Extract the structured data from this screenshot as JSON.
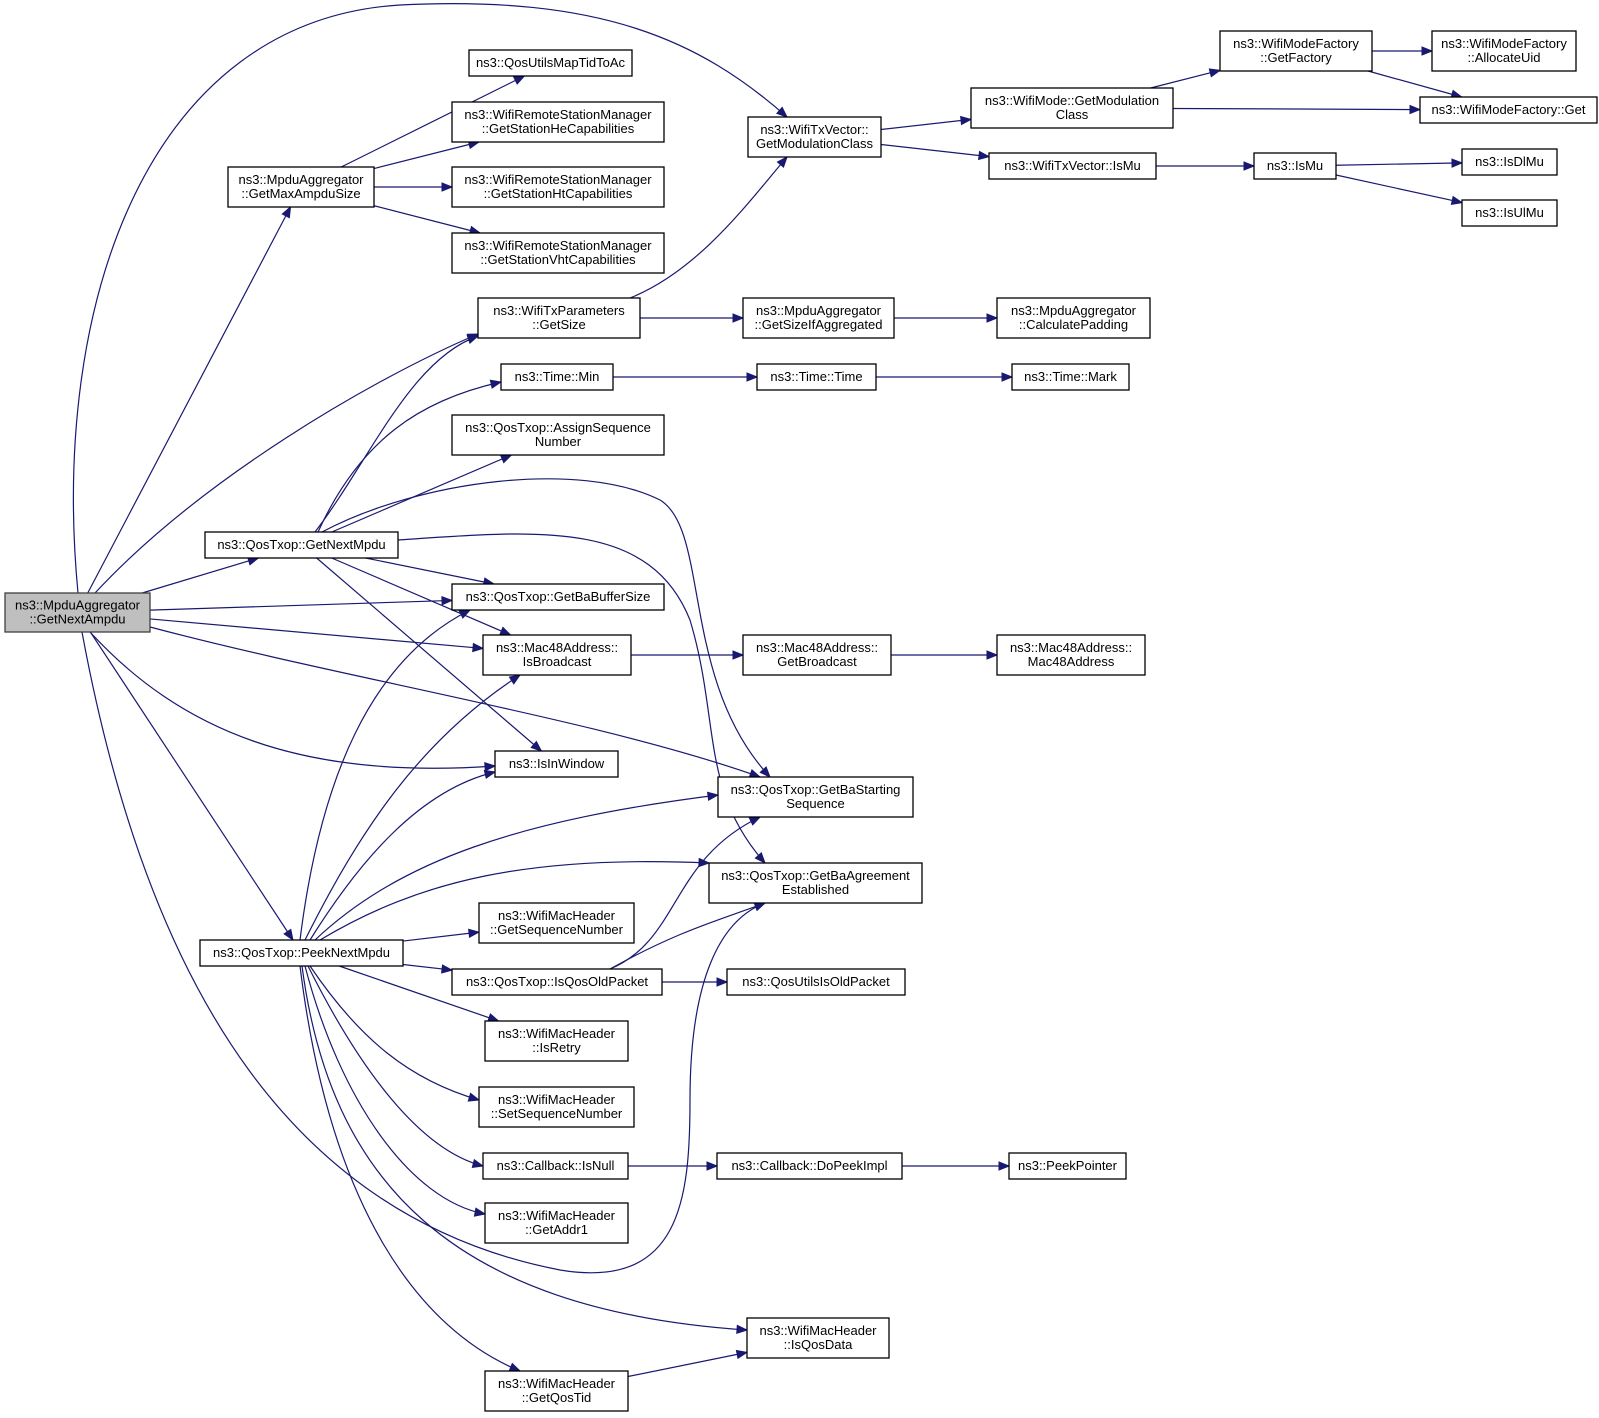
{
  "title": "ns3::MpduAggregator::GetNextAmpdu call graph",
  "colors": {
    "edge": "#191970",
    "root_fill": "#bfbfbf",
    "node_fill": "#ffffff",
    "border": "#000000"
  },
  "nodes": [
    {
      "id": "root",
      "lines": [
        "ns3::MpduAggregator",
        "::GetNextAmpdu"
      ],
      "root": true
    },
    {
      "id": "getMaxAmpduSize",
      "lines": [
        "ns3::MpduAggregator",
        "::GetMaxAmpduSize"
      ]
    },
    {
      "id": "qosUtilsMapTidToAc",
      "lines": [
        "ns3::QosUtilsMapTidToAc"
      ]
    },
    {
      "id": "getStationHe",
      "lines": [
        "ns3::WifiRemoteStationManager",
        "::GetStationHeCapabilities"
      ]
    },
    {
      "id": "getStationHt",
      "lines": [
        "ns3::WifiRemoteStationManager",
        "::GetStationHtCapabilities"
      ]
    },
    {
      "id": "getStationVht",
      "lines": [
        "ns3::WifiRemoteStationManager",
        "::GetStationVhtCapabilities"
      ]
    },
    {
      "id": "txParamsGetSize",
      "lines": [
        "ns3::WifiTxParameters",
        "::GetSize"
      ]
    },
    {
      "id": "txVectorGetModClass",
      "lines": [
        "ns3::WifiTxVector::",
        "GetModulationClass"
      ]
    },
    {
      "id": "wifiModeGetModClass",
      "lines": [
        "ns3::WifiMode::GetModulation",
        "Class"
      ]
    },
    {
      "id": "getFactory",
      "lines": [
        "ns3::WifiModeFactory",
        "::GetFactory"
      ]
    },
    {
      "id": "allocateUid",
      "lines": [
        "ns3::WifiModeFactory",
        "::AllocateUid"
      ]
    },
    {
      "id": "factoryGet",
      "lines": [
        "ns3::WifiModeFactory::Get"
      ]
    },
    {
      "id": "txVectorIsMu",
      "lines": [
        "ns3::WifiTxVector::IsMu"
      ]
    },
    {
      "id": "isMu",
      "lines": [
        "ns3::IsMu"
      ]
    },
    {
      "id": "isDlMu",
      "lines": [
        "ns3::IsDlMu"
      ]
    },
    {
      "id": "isUlMu",
      "lines": [
        "ns3::IsUlMu"
      ]
    },
    {
      "id": "getSizeIfAggregated",
      "lines": [
        "ns3::MpduAggregator",
        "::GetSizeIfAggregated"
      ]
    },
    {
      "id": "calculatePadding",
      "lines": [
        "ns3::MpduAggregator",
        "::CalculatePadding"
      ]
    },
    {
      "id": "timeMin",
      "lines": [
        "ns3::Time::Min"
      ]
    },
    {
      "id": "timeTime",
      "lines": [
        "ns3::Time::Time"
      ]
    },
    {
      "id": "timeMark",
      "lines": [
        "ns3::Time::Mark"
      ]
    },
    {
      "id": "assignSeqNum",
      "lines": [
        "ns3::QosTxop::AssignSequence",
        "Number"
      ]
    },
    {
      "id": "getNextMpdu",
      "lines": [
        "ns3::QosTxop::GetNextMpdu"
      ]
    },
    {
      "id": "getBaBufferSize",
      "lines": [
        "ns3::QosTxop::GetBaBufferSize"
      ]
    },
    {
      "id": "isBroadcast",
      "lines": [
        "ns3::Mac48Address::",
        "IsBroadcast"
      ]
    },
    {
      "id": "getBroadcast",
      "lines": [
        "ns3::Mac48Address::",
        "GetBroadcast"
      ]
    },
    {
      "id": "mac48Address",
      "lines": [
        "ns3::Mac48Address::",
        "Mac48Address"
      ]
    },
    {
      "id": "isInWindow",
      "lines": [
        "ns3::IsInWindow"
      ]
    },
    {
      "id": "getBaStartingSeq",
      "lines": [
        "ns3::QosTxop::GetBaStarting",
        "Sequence"
      ]
    },
    {
      "id": "getBaAgreement",
      "lines": [
        "ns3::QosTxop::GetBaAgreement",
        "Established"
      ]
    },
    {
      "id": "getSequenceNumber",
      "lines": [
        "ns3::WifiMacHeader",
        "::GetSequenceNumber"
      ]
    },
    {
      "id": "peekNextMpdu",
      "lines": [
        "ns3::QosTxop::PeekNextMpdu"
      ]
    },
    {
      "id": "isQosOldPacket",
      "lines": [
        "ns3::QosTxop::IsQosOldPacket"
      ]
    },
    {
      "id": "qosUtilsIsOldPacket",
      "lines": [
        "ns3::QosUtilsIsOldPacket"
      ]
    },
    {
      "id": "isRetry",
      "lines": [
        "ns3::WifiMacHeader",
        "::IsRetry"
      ]
    },
    {
      "id": "setSequenceNumber",
      "lines": [
        "ns3::WifiMacHeader",
        "::SetSequenceNumber"
      ]
    },
    {
      "id": "callbackIsNull",
      "lines": [
        "ns3::Callback::IsNull"
      ]
    },
    {
      "id": "doPeekImpl",
      "lines": [
        "ns3::Callback::DoPeekImpl"
      ]
    },
    {
      "id": "peekPointer",
      "lines": [
        "ns3::PeekPointer"
      ]
    },
    {
      "id": "getAddr1",
      "lines": [
        "ns3::WifiMacHeader",
        "::GetAddr1"
      ]
    },
    {
      "id": "isQosData",
      "lines": [
        "ns3::WifiMacHeader",
        "::IsQosData"
      ]
    },
    {
      "id": "getQosTid",
      "lines": [
        "ns3::WifiMacHeader",
        "::GetQosTid"
      ]
    }
  ],
  "edges": [
    [
      "root",
      "getMaxAmpduSize"
    ],
    [
      "root",
      "txVectorGetModClass"
    ],
    [
      "root",
      "txParamsGetSize"
    ],
    [
      "root",
      "getNextMpdu"
    ],
    [
      "root",
      "getBaBufferSize"
    ],
    [
      "root",
      "isBroadcast"
    ],
    [
      "root",
      "getBaStartingSeq"
    ],
    [
      "root",
      "isInWindow"
    ],
    [
      "root",
      "peekNextMpdu"
    ],
    [
      "root",
      "getBaAgreement"
    ],
    [
      "getMaxAmpduSize",
      "qosUtilsMapTidToAc"
    ],
    [
      "getMaxAmpduSize",
      "getStationHe"
    ],
    [
      "getMaxAmpduSize",
      "getStationHt"
    ],
    [
      "getMaxAmpduSize",
      "getStationVht"
    ],
    [
      "txParamsGetSize",
      "txVectorGetModClass"
    ],
    [
      "txParamsGetSize",
      "getSizeIfAggregated"
    ],
    [
      "txVectorGetModClass",
      "wifiModeGetModClass"
    ],
    [
      "txVectorGetModClass",
      "txVectorIsMu"
    ],
    [
      "wifiModeGetModClass",
      "getFactory"
    ],
    [
      "wifiModeGetModClass",
      "factoryGet"
    ],
    [
      "getFactory",
      "allocateUid"
    ],
    [
      "getFactory",
      "factoryGet"
    ],
    [
      "txVectorIsMu",
      "isMu"
    ],
    [
      "isMu",
      "isDlMu"
    ],
    [
      "isMu",
      "isUlMu"
    ],
    [
      "getSizeIfAggregated",
      "calculatePadding"
    ],
    [
      "timeMin",
      "timeTime"
    ],
    [
      "timeTime",
      "timeMark"
    ],
    [
      "getNextMpdu",
      "txParamsGetSize"
    ],
    [
      "getNextMpdu",
      "timeMin"
    ],
    [
      "getNextMpdu",
      "assignSeqNum"
    ],
    [
      "getNextMpdu",
      "getBaStartingSeq"
    ],
    [
      "getNextMpdu",
      "getBaAgreement"
    ],
    [
      "getNextMpdu",
      "getBaBufferSize"
    ],
    [
      "getNextMpdu",
      "isBroadcast"
    ],
    [
      "getNextMpdu",
      "isInWindow"
    ],
    [
      "isBroadcast",
      "getBroadcast"
    ],
    [
      "getBroadcast",
      "mac48Address"
    ],
    [
      "peekNextMpdu",
      "getBaBufferSize"
    ],
    [
      "peekNextMpdu",
      "isBroadcast"
    ],
    [
      "peekNextMpdu",
      "isInWindow"
    ],
    [
      "peekNextMpdu",
      "getBaStartingSeq"
    ],
    [
      "peekNextMpdu",
      "getBaAgreement"
    ],
    [
      "peekNextMpdu",
      "getSequenceNumber"
    ],
    [
      "peekNextMpdu",
      "isQosOldPacket"
    ],
    [
      "peekNextMpdu",
      "isRetry"
    ],
    [
      "peekNextMpdu",
      "setSequenceNumber"
    ],
    [
      "peekNextMpdu",
      "callbackIsNull"
    ],
    [
      "peekNextMpdu",
      "getAddr1"
    ],
    [
      "peekNextMpdu",
      "isQosData"
    ],
    [
      "peekNextMpdu",
      "getQosTid"
    ],
    [
      "isQosOldPacket",
      "getBaStartingSeq"
    ],
    [
      "isQosOldPacket",
      "getBaAgreement"
    ],
    [
      "isQosOldPacket",
      "qosUtilsIsOldPacket"
    ],
    [
      "callbackIsNull",
      "doPeekImpl"
    ],
    [
      "doPeekImpl",
      "peekPointer"
    ],
    [
      "getQosTid",
      "isQosData"
    ]
  ]
}
